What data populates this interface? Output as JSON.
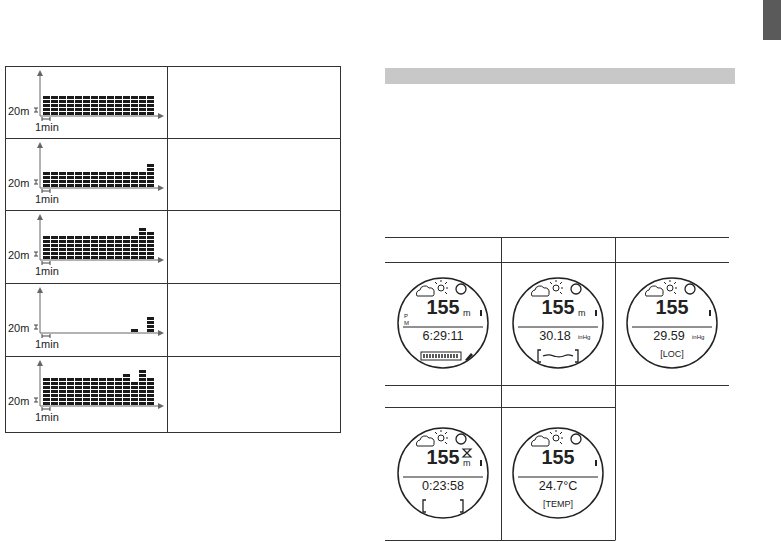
{
  "diagram": {
    "nodes": [
      {
        "text": [
          "20m",
          "1min"
        ]
      },
      {
        "text": [
          "20m",
          "1min"
        ]
      },
      {
        "text": [
          "20m",
          "1min"
        ]
      },
      {
        "text": [
          "20m",
          "1min"
        ]
      },
      {
        "text": [
          "20m",
          "1min"
        ]
      },
      {
        "text": [
          "155",
          "m",
          "P",
          "M",
          "6:29:11"
        ]
      },
      {
        "text": [
          "155",
          "m",
          "30.18",
          "inHg"
        ]
      },
      {
        "text": [
          "155",
          "29.59",
          "inHg",
          "[LOC]"
        ]
      },
      {
        "text": [
          "155",
          "m",
          "0:23:58"
        ]
      },
      {
        "text": [
          "155",
          "24.7°C",
          "[TEMP]"
        ]
      }
    ]
  }
}
